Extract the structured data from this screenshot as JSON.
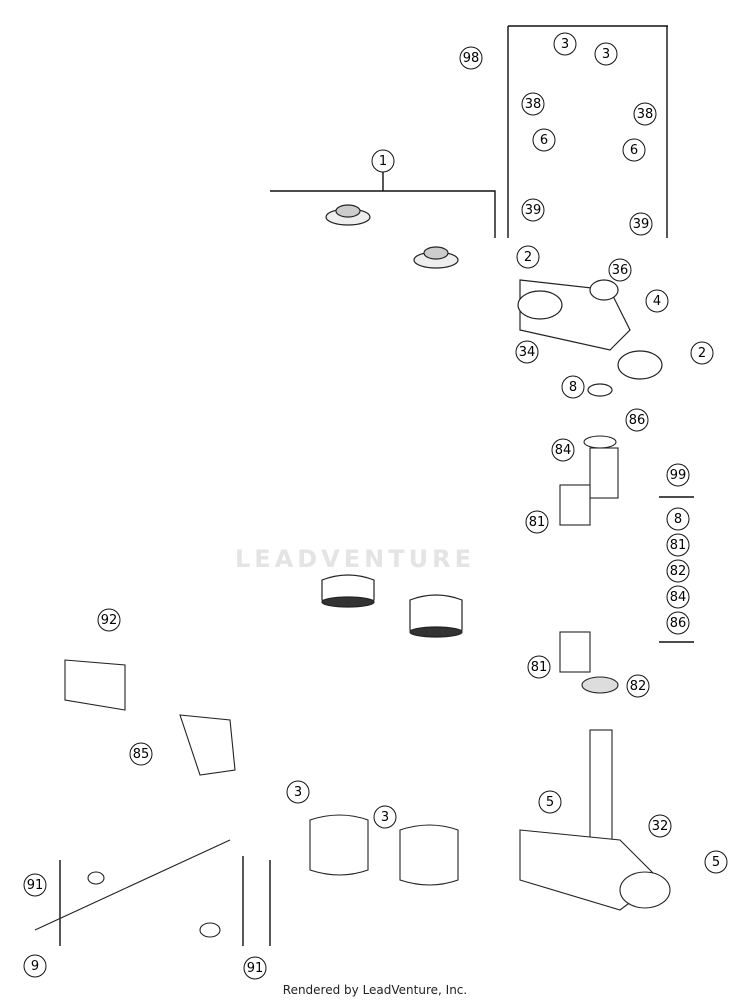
{
  "watermark": "LEADVENTURE",
  "footer": "Rendered by LeadVenture, Inc.",
  "callouts": [
    "98",
    "3",
    "3",
    "38",
    "38",
    "6",
    "6",
    "1",
    "39",
    "39",
    "2",
    "36",
    "4",
    "34",
    "2",
    "8",
    "86",
    "84",
    "99",
    "81",
    "8",
    "81",
    "82",
    "84",
    "86",
    "92",
    "81",
    "82",
    "85",
    "5",
    "32",
    "3",
    "3",
    "5",
    "91",
    "9",
    "91"
  ]
}
